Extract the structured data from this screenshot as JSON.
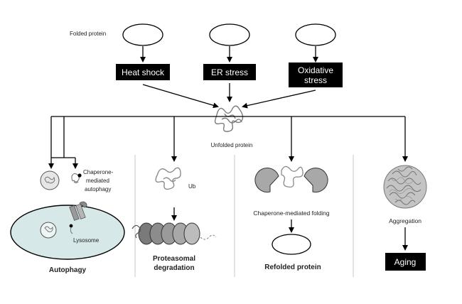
{
  "labels": {
    "folded_protein": "Folded protein",
    "unfolded_protein": "Unfolded protein",
    "ub": "Ub",
    "chaperone_mediated_autophagy_line1": "Chaperone-",
    "chaperone_mediated_autophagy_line2": "mediated",
    "chaperone_mediated_autophagy_line3": "autophagy",
    "lysosome": "Lysosome",
    "chaperone_mediated_folding": "Chaperone-mediated folding",
    "aggregation": "Aggregation"
  },
  "stress_boxes": {
    "heat_shock": "Heat shock",
    "er_stress": "ER stress",
    "oxidative_stress_line1": "Oxidative",
    "oxidative_stress_line2": "stress"
  },
  "outcomes": {
    "autophagy": "Autophagy",
    "proteasomal_line1": "Proteasomal",
    "proteasomal_line2": "degradation",
    "refolded_protein": "Refolded protein",
    "aging": "Aging"
  },
  "colors": {
    "box_fill": "#000000",
    "lysosome_fill": "#d6e8e8",
    "proteasome_ring": "#8c8c8c",
    "chaperone_fill": "#a8a8a8",
    "panel_line": "#c8c8c8"
  }
}
